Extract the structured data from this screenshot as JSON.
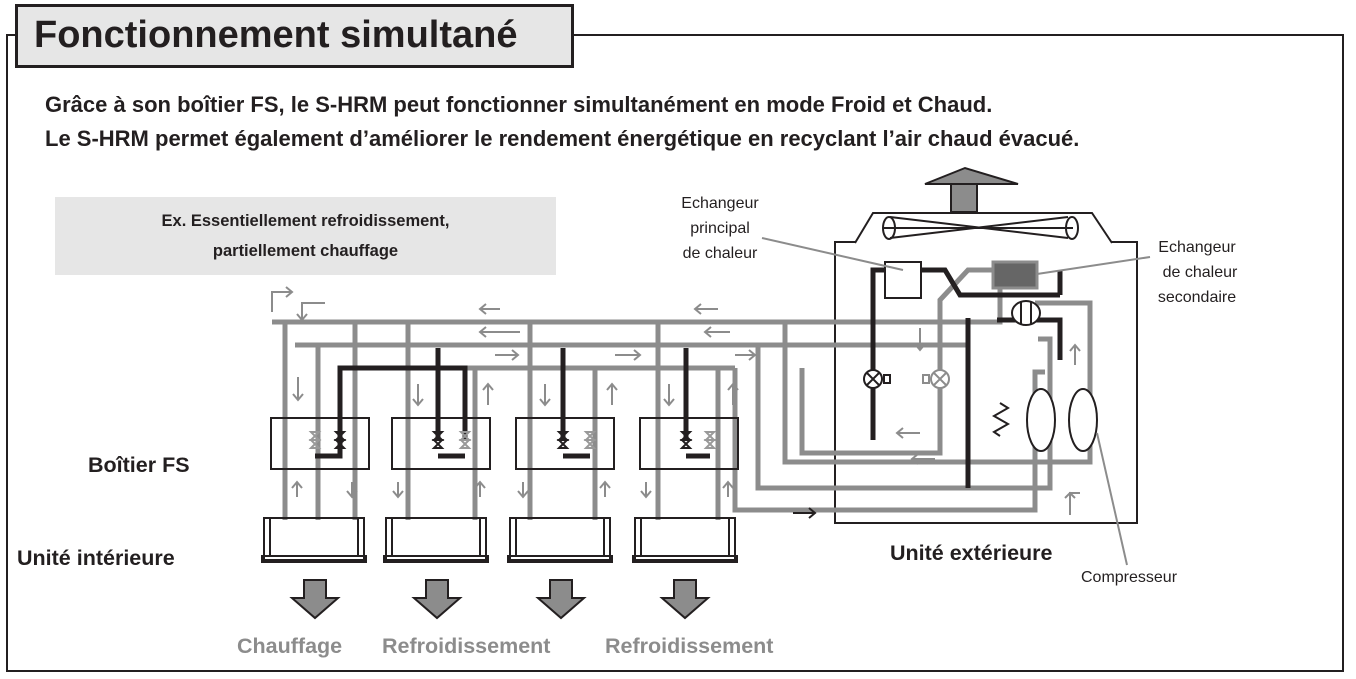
{
  "title": "Fonctionnement simultané",
  "intro": {
    "line1": "Grâce à son boîtier FS, le S-HRM peut fonctionner simultanément en mode Froid et Chaud.",
    "line2": "Le S-HRM permet également d’améliorer le rendement énergétique en recyclant l’air chaud évacué."
  },
  "example": {
    "line1": "Ex. Essentiellement refroidissement,",
    "line2": "partiellement chauffage"
  },
  "labels": {
    "main_exchanger": [
      "Echangeur",
      "principal",
      "de chaleur"
    ],
    "secondary_exchanger": [
      "Echangeur",
      "de chaleur",
      "secondaire"
    ],
    "fs_box": "Boîtier FS",
    "indoor_unit": "Unité intérieure",
    "outdoor_unit": "Unité extérieure",
    "compressor": "Compresseur"
  },
  "modes": [
    "Chauffage",
    "Refroidissement",
    "Refroidissement"
  ],
  "colors": {
    "dark": "#231f20",
    "grey": "#8c8c8c",
    "light_grey": "#bdbdbd",
    "box_fill": "#e6e6e6",
    "mode_text": "#8c8c8c"
  }
}
